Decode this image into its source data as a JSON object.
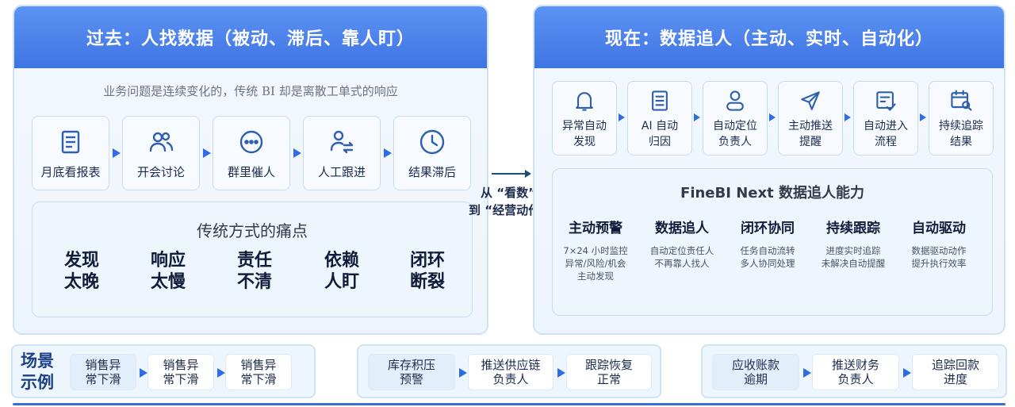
{
  "left": {
    "title": "过去：人找数据（被动、滞后、靠人盯）",
    "subtitle": "业务问题是连续变化的，传统 BI 却是离散工单式的响应",
    "steps": [
      {
        "label": "月底看报表",
        "icon": "report-icon"
      },
      {
        "label": "开会讨论",
        "icon": "people-icon"
      },
      {
        "label": "群里催人",
        "icon": "chat-dots-icon"
      },
      {
        "label": "人工跟进",
        "icon": "person-transfer-icon"
      },
      {
        "label": "结果滞后",
        "icon": "clock-icon"
      }
    ],
    "pain_title": "传统方式的痛点",
    "pains": [
      {
        "line1": "发现",
        "line2": "太晚"
      },
      {
        "line1": "响应",
        "line2": "太慢"
      },
      {
        "line1": "责任",
        "line2": "不清"
      },
      {
        "line1": "依赖",
        "line2": "人盯"
      },
      {
        "line1": "闭环",
        "line2": "断裂"
      }
    ]
  },
  "middle": {
    "line1": "从 “看数”",
    "line2": "到 “经营动作”"
  },
  "right": {
    "title": "现在：数据追人（主动、实时、自动化）",
    "steps": [
      {
        "line1": "异常自动",
        "line2": "发现",
        "icon": "bell-icon"
      },
      {
        "line1": "AI 自动",
        "line2": "归因",
        "icon": "document-icon"
      },
      {
        "line1": "自动定位",
        "line2": "负责人",
        "icon": "user-icon"
      },
      {
        "line1": "主动推送",
        "line2": "提醒",
        "icon": "send-icon"
      },
      {
        "line1": "自动进入",
        "line2": "流程",
        "icon": "checklist-icon"
      },
      {
        "line1": "持续追踪",
        "line2": "结果",
        "icon": "calendar-search-icon"
      }
    ],
    "cap_title": "FineBI Next 数据追人能力",
    "capabilities": [
      {
        "title": "主动预警",
        "desc1": "7×24 小时监控",
        "desc2": "异常/风险/机会",
        "desc3": "主动发现"
      },
      {
        "title": "数据追人",
        "desc1": "自动定位责任人",
        "desc2": "不再靠人找人",
        "desc3": ""
      },
      {
        "title": "闭环协同",
        "desc1": "任务自动流转",
        "desc2": "多人协同处理",
        "desc3": ""
      },
      {
        "title": "持续跟踪",
        "desc1": "进度实时追踪",
        "desc2": "未解决自动提醒",
        "desc3": ""
      },
      {
        "title": "自动驱动",
        "desc1": "数据驱动动作",
        "desc2": "提升执行效率",
        "desc3": ""
      }
    ]
  },
  "scenarios": {
    "label_line1": "场景",
    "label_line2": "示例",
    "groups": [
      [
        {
          "line1": "销售异",
          "line2": "常下滑"
        },
        {
          "line1": "销售异",
          "line2": "常下滑"
        },
        {
          "line1": "销售异",
          "line2": "常下滑"
        }
      ],
      [
        {
          "line1": "库存积压",
          "line2": "预警"
        },
        {
          "line1": "推送供应链",
          "line2": "负责人"
        },
        {
          "line1": "跟踪恢复",
          "line2": "正常"
        }
      ],
      [
        {
          "line1": "应收账款",
          "line2": "逾期"
        },
        {
          "line1": "推送财务",
          "line2": "负责人"
        },
        {
          "line1": "追踪回款",
          "line2": "进度"
        }
      ]
    ]
  },
  "colors": {
    "header_blue": "#4a7fe9",
    "arrow_blue": "#2f6ce4",
    "icon_blue": "#2f5fae",
    "panel_bg": "#eef6fd",
    "border": "#cfe3f6"
  }
}
